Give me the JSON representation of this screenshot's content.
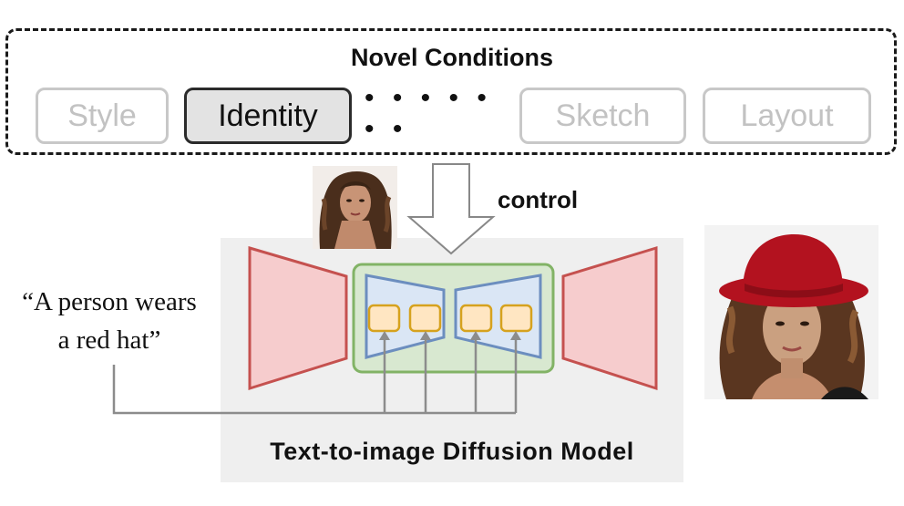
{
  "conditions": {
    "title": "Novel Conditions",
    "chips": [
      {
        "label": "Style",
        "active": false
      },
      {
        "label": "Identity",
        "active": true
      },
      {
        "label": "Sketch",
        "active": false
      },
      {
        "label": "Layout",
        "active": false
      }
    ],
    "ellipsis": "• • • • • • •"
  },
  "control_label": "control",
  "prompt": {
    "line1": "“A person wears",
    "line2": "a red hat”"
  },
  "model": {
    "title": "Text-to-image Diffusion Model"
  },
  "colors": {
    "outer_block_fill": "#f6cccd",
    "outer_block_stroke": "#c5514f",
    "control_box_fill": "#d8e8d0",
    "control_box_stroke": "#82b366",
    "inner_block_fill": "#dae6f5",
    "inner_block_stroke": "#6c8ebf",
    "token_fill": "#ffe6c2",
    "token_stroke": "#d6a21e",
    "hat_red": "#b3121f"
  }
}
